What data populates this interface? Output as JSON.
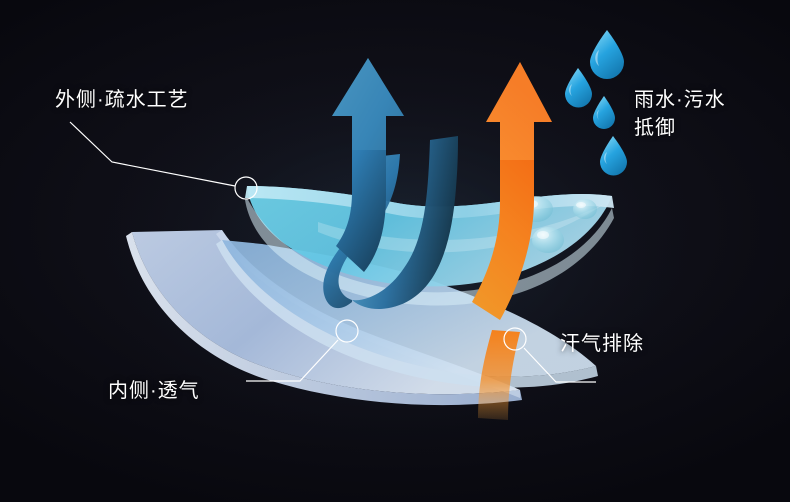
{
  "diagram": {
    "title": "waterproof-breathable-fabric-layers",
    "background_color": "#0c0c14",
    "labels": {
      "outer": "外侧·疏水工艺",
      "rain": "雨水·污水\n抵御",
      "inner": "内侧·透气",
      "sweat": "汗气排除"
    },
    "colors": {
      "blue_arrow": "#2f7fb5",
      "orange_arrow": "#f57c16",
      "droplet": "#2aa6e0",
      "top_layer": "#7fd4e8",
      "mid_layer": "#9ec3e8",
      "bottom_layer": "#b9c9e6",
      "leader_line": "#ffffff",
      "text": "#ffffff"
    },
    "elements": {
      "droplets_count": 4,
      "beads_count": 3,
      "callout_circles": 3,
      "layers": 3
    }
  }
}
